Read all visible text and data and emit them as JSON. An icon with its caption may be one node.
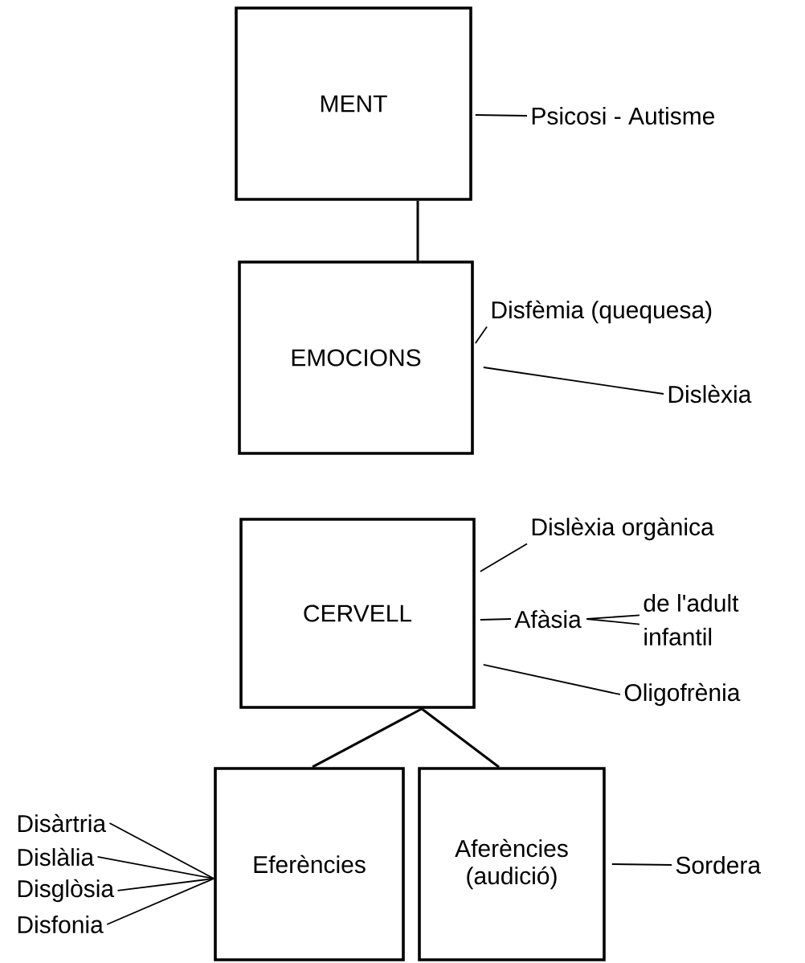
{
  "diagram": {
    "nodes": [
      {
        "text": [
          "MENT"
        ]
      },
      {
        "text": [
          "EMOCIONS"
        ]
      },
      {
        "text": [
          "CERVELL"
        ]
      },
      {
        "text": [
          "Eferències"
        ]
      },
      {
        "text": [
          "Aferències (audició)"
        ]
      },
      {
        "text": [
          "Psicosi - Autisme"
        ]
      },
      {
        "text": [
          "Disfèmia (quequesa)"
        ]
      },
      {
        "text": [
          "Dislèxia"
        ]
      },
      {
        "text": [
          "Dislèxia orgànica"
        ]
      },
      {
        "text": [
          "Afàsia"
        ]
      },
      {
        "text": [
          "de l'adult"
        ]
      },
      {
        "text": [
          "infantil"
        ]
      },
      {
        "text": [
          "Oligofrènia"
        ]
      },
      {
        "text": [
          "Disàrtria"
        ]
      },
      {
        "text": [
          "Dislàlia"
        ]
      },
      {
        "text": [
          "Disglòsia"
        ]
      },
      {
        "text": [
          "Disfonia"
        ]
      },
      {
        "text": [
          "Sordera"
        ]
      }
    ],
    "edges": [
      {
        "from": 0,
        "to": 1,
        "arrow": "none"
      },
      {
        "from": 0,
        "to": 5,
        "arrow": "none"
      },
      {
        "from": 1,
        "to": 6,
        "arrow": "none"
      },
      {
        "from": 1,
        "to": 7,
        "arrow": "none"
      },
      {
        "from": 2,
        "to": 8,
        "arrow": "none"
      },
      {
        "from": 2,
        "to": 9,
        "arrow": "none"
      },
      {
        "from": 9,
        "to": 10,
        "arrow": "none"
      },
      {
        "from": 9,
        "to": 11,
        "arrow": "none"
      },
      {
        "from": 2,
        "to": 12,
        "arrow": "none"
      },
      {
        "from": 2,
        "to": 3,
        "arrow": "none"
      },
      {
        "from": 2,
        "to": 4,
        "arrow": "none"
      },
      {
        "from": 13,
        "to": 3,
        "arrow": "none"
      },
      {
        "from": 14,
        "to": 3,
        "arrow": "none"
      },
      {
        "from": 15,
        "to": 3,
        "arrow": "none"
      },
      {
        "from": 16,
        "to": 3,
        "arrow": "none"
      },
      {
        "from": 4,
        "to": 17,
        "arrow": "none"
      }
    ]
  }
}
